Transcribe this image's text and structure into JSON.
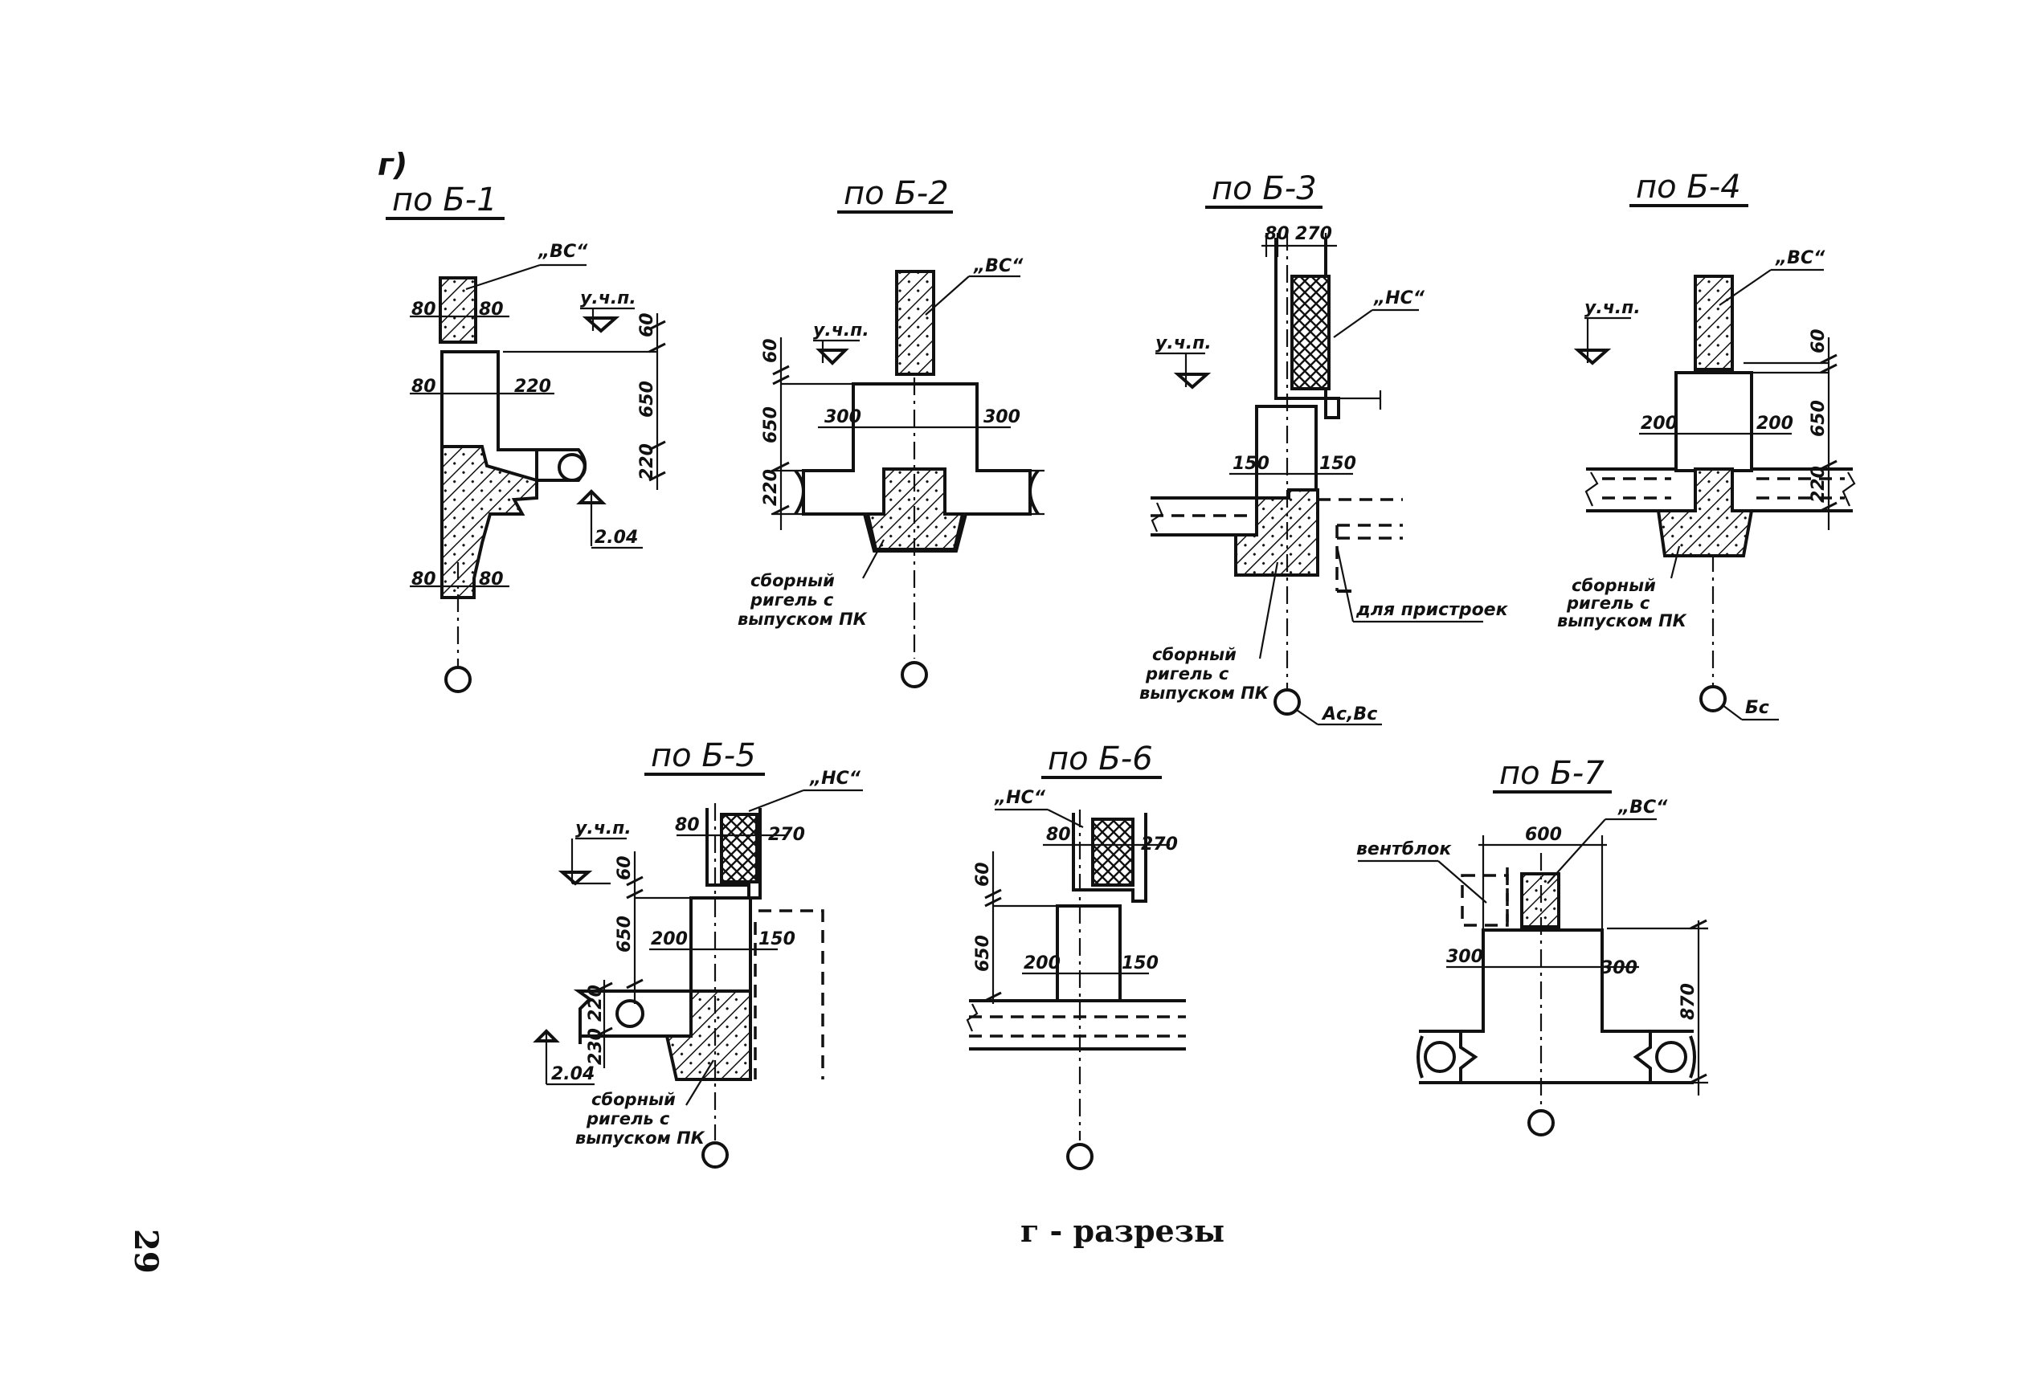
{
  "sheet": {
    "figure_letter": "г)",
    "page_number": "29",
    "caption": "г - разрезы"
  },
  "sections": [
    {
      "title": "по Б-1",
      "labels": {
        "material": "„ВС“",
        "level": "у.ч.п.",
        "mark": "2.04"
      },
      "dims": {
        "top_left": "80",
        "top_right": "80",
        "mid_left": "80",
        "mid_right": "220",
        "h1": "60",
        "h2": "650",
        "h3": "220",
        "bot_left": "80",
        "bot_right": "80"
      }
    },
    {
      "title": "по Б-2",
      "labels": {
        "material": "„ВС“",
        "level": "у.ч.п.",
        "note_1": "сборный",
        "note_2": "ригель с",
        "note_3": "выпуском ПК"
      },
      "dims": {
        "h1": "60",
        "h2": "650",
        "h3": "220",
        "left": "300",
        "right": "300"
      }
    },
    {
      "title": "по Б-3",
      "labels": {
        "material": "„НС“",
        "level": "у.ч.п.",
        "annex": "для пристроек",
        "note_1": "сборный",
        "note_2": "ригель с",
        "note_3": "выпуском ПК",
        "axes": "Ас,Вс"
      },
      "dims": {
        "top_left": "80",
        "top_right": "270",
        "left": "150",
        "right": "150"
      }
    },
    {
      "title": "по Б-4",
      "labels": {
        "material": "„ВС“",
        "level": "у.ч.п.",
        "note_1": "сборный",
        "note_2": "ригель с",
        "note_3": "выпуском ПК",
        "axes": "Бс"
      },
      "dims": {
        "h1": "60",
        "h2": "650",
        "h3": "220",
        "left": "200",
        "right": "200"
      }
    },
    {
      "title": "по Б-5",
      "labels": {
        "material": "„НС“",
        "level": "у.ч.п.",
        "mark": "2.04",
        "note_1": "сборный",
        "note_2": "ригель с",
        "note_3": "выпуском ПК"
      },
      "dims": {
        "top_left": "80",
        "top_right": "270",
        "h1": "60",
        "h2": "650",
        "left": "200",
        "right": "150",
        "h3": "220",
        "h4": "230"
      }
    },
    {
      "title": "по Б-6",
      "labels": {
        "material": "„НС“"
      },
      "dims": {
        "top_left": "80",
        "top_right": "270",
        "h1": "60",
        "h2": "650",
        "left": "200",
        "right": "150"
      }
    },
    {
      "title": "по Б-7",
      "labels": {
        "material": "„ВС“",
        "vent": "вентблок"
      },
      "dims": {
        "top": "600",
        "left": "300",
        "right": "300",
        "height": "870"
      }
    }
  ]
}
